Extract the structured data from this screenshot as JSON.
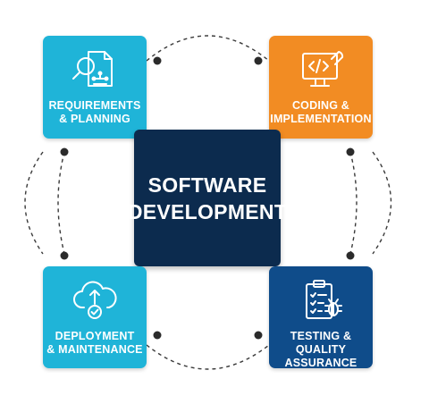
{
  "center": {
    "title_line1": "SOFTWARE",
    "title_line2": "DEVELOPMENT"
  },
  "stages": [
    {
      "line1": "REQUIREMENTS",
      "line2": "& PLANNING",
      "icon": "document-search-icon",
      "color": "#1fb4d8"
    },
    {
      "line1": "CODING &",
      "line2": "IMPLEMENTATION",
      "icon": "monitor-code-wrench-icon",
      "color": "#f28c23"
    },
    {
      "line1": "DEPLOYMENT",
      "line2": "& MAINTENANCE",
      "icon": "cloud-upload-check-icon",
      "color": "#1fb4d8"
    },
    {
      "line1": "TESTING &",
      "line2": "QUALITY ASSURANCE",
      "icon": "clipboard-checklist-bug-icon",
      "color": "#0f4c8a"
    }
  ],
  "colors": {
    "center_background": "#0c2b4e",
    "connector": "#333333"
  }
}
